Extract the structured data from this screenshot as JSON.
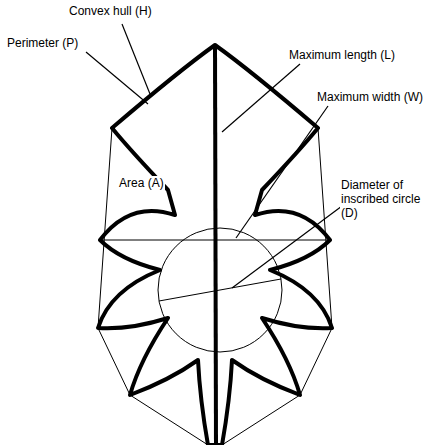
{
  "diagram": {
    "labels": [
      "Convex hull (H)",
      "Perimeter (P)",
      "Maximum length (L)",
      "Maximum width (W)",
      "Area (A)",
      "Diameter of inscribed circle (D)"
    ]
  }
}
